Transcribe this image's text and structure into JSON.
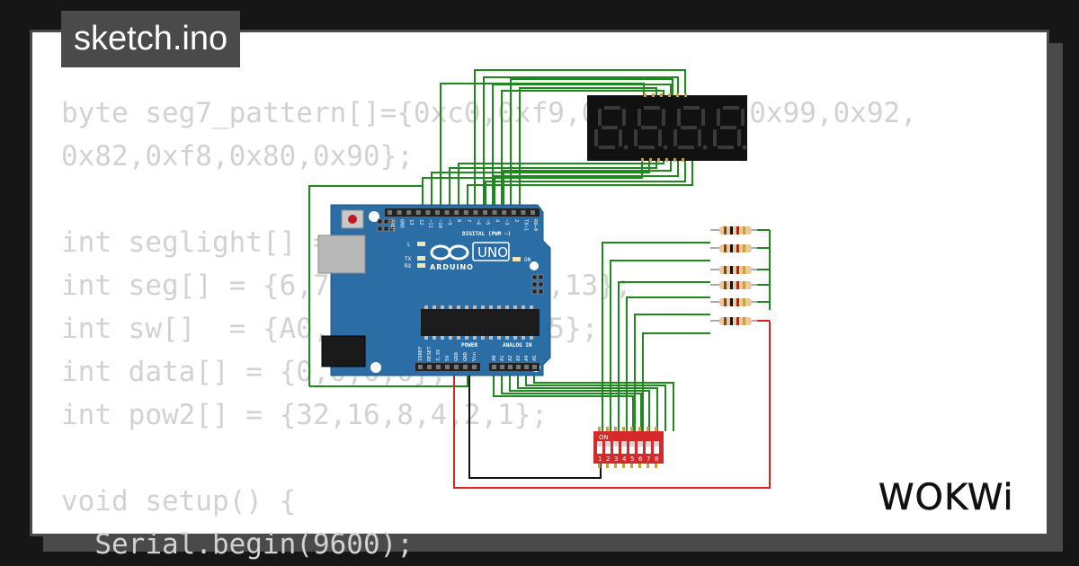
{
  "file_tab": {
    "title": "sketch.ino"
  },
  "code_lines": [
    "byte seg7_pattern[]={0xc0,0xf9,0xa4,0xb0,0x99,0x92,",
    "0x82,0xf8,0x80,0x90};",
    "",
    "int seglight[] = {1,2,3,4};",
    "int seg[] = {6,7,8,9,10,11,12,13};",
    "int sw[]  = {A0,A1,A2,A3,A4,A5};",
    "int data[] = {0,0,0,0};",
    "int pow2[] = {32,16,8,4,2,1};",
    "",
    "void setup() {",
    "  Serial.begin(9600);"
  ],
  "brand": {
    "name": "WOKWi"
  },
  "arduino": {
    "brand_label": "ARDUINO",
    "model_label": "UNO",
    "digital_label": "DIGITAL (PWM ~)",
    "power_label": "POWER",
    "analog_label": "ANALOG IN",
    "on_label": "ON",
    "led_l_label": "L",
    "led_tx_label": "TX",
    "led_rx_label": "RX",
    "board_color": "#2b6ea6",
    "top_pins": [
      "AREF",
      "GND",
      "13",
      "12",
      "~11",
      "~10",
      "~9",
      "8",
      "7",
      "~6",
      "~5",
      "4",
      "~3",
      "2",
      "TX→1",
      "RX←0"
    ],
    "power_pins": [
      "IOREF",
      "RESET",
      "3.3V",
      "5V",
      "GND",
      "GND",
      "Vin"
    ],
    "analog_pins": [
      "A0",
      "A1",
      "A2",
      "A3",
      "A4",
      "A5"
    ]
  },
  "seven_segment": {
    "digits": 4,
    "segment_color": "#3a3a3a"
  },
  "dip_switch": {
    "on_label": "ON",
    "numbers": [
      "1",
      "2",
      "3",
      "4",
      "5",
      "6",
      "7",
      "8"
    ],
    "color": "#d42a2a"
  },
  "resistors": {
    "count": 6
  },
  "wire_colors": {
    "signal": "#1e8a1e",
    "power": "#e0201c",
    "ground": "#111111"
  }
}
